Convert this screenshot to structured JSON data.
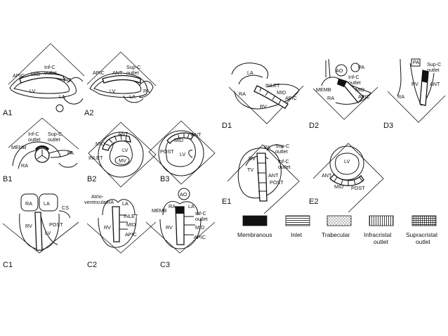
{
  "panels": {
    "A1": {
      "id": "A1",
      "labels": [
        "APIC",
        "MID",
        "Inf-C",
        "outlet",
        "AO",
        "LV",
        "LA"
      ]
    },
    "A2": {
      "id": "A2",
      "labels": [
        "APIC",
        "ANT",
        "Sup-C",
        "outlet",
        "LV",
        "LA",
        "PA"
      ]
    },
    "B1": {
      "id": "B1",
      "labels": [
        "Inf-C",
        "outlet",
        "Sup-C",
        "outlet",
        "MEMB",
        "PA",
        "RA"
      ]
    },
    "B2": {
      "id": "B2",
      "labels": [
        "ANT",
        "MID",
        "LV",
        "INLET",
        "MV"
      ]
    },
    "B3": {
      "id": "B3",
      "labels": [
        "ANT",
        "MID",
        "POST",
        "LV"
      ]
    },
    "C1": {
      "id": "C1",
      "labels": [
        "RA",
        "LA",
        "CS",
        "RV",
        "POST",
        "LV"
      ]
    },
    "C2": {
      "id": "C2",
      "labels": [
        "RA",
        "LA",
        "Atrio-",
        "ventricular",
        "RV",
        "INLET",
        "MID",
        "APIC"
      ]
    },
    "C3": {
      "id": "C3",
      "labels": [
        "AO",
        "RA",
        "LA",
        "MEMB",
        "Inf-C",
        "outlet",
        "RV",
        "MID",
        "APIC"
      ]
    },
    "D1": {
      "id": "D1",
      "labels": [
        "LA",
        "INLET",
        "RA",
        "MID",
        "APIC",
        "RV"
      ]
    },
    "D2": {
      "id": "D2",
      "labels": [
        "AO",
        "PA",
        "Inf-C",
        "outlet",
        "MEMB",
        "MID",
        "RA",
        "APIC"
      ]
    },
    "D3": {
      "id": "D3",
      "labels": [
        "PA",
        "Sup-C",
        "outlet",
        "RV",
        "ANT",
        "RA"
      ]
    },
    "E1": {
      "id": "E1",
      "labels": [
        "PA",
        "Sup-C",
        "outlet",
        "RV",
        "Inf-C",
        "outlet",
        "TV",
        "ANT",
        "POST"
      ]
    },
    "E2": {
      "id": "E2",
      "labels": [
        "LV",
        "ANT",
        "MID",
        "POST"
      ]
    }
  },
  "legend": [
    {
      "label": "Membranous",
      "pattern": "solid"
    },
    {
      "label": "Inlet",
      "pattern": "horizontal-lines"
    },
    {
      "label": "Trabecular",
      "pattern": "dots"
    },
    {
      "label": "Infracristal\noutlet",
      "line1": "Infracristal",
      "line2": "outlet",
      "pattern": "vertical-lines"
    },
    {
      "label": "Supracristal\noutlet",
      "line1": "Supracristal",
      "line2": "outlet",
      "pattern": "grid"
    }
  ]
}
